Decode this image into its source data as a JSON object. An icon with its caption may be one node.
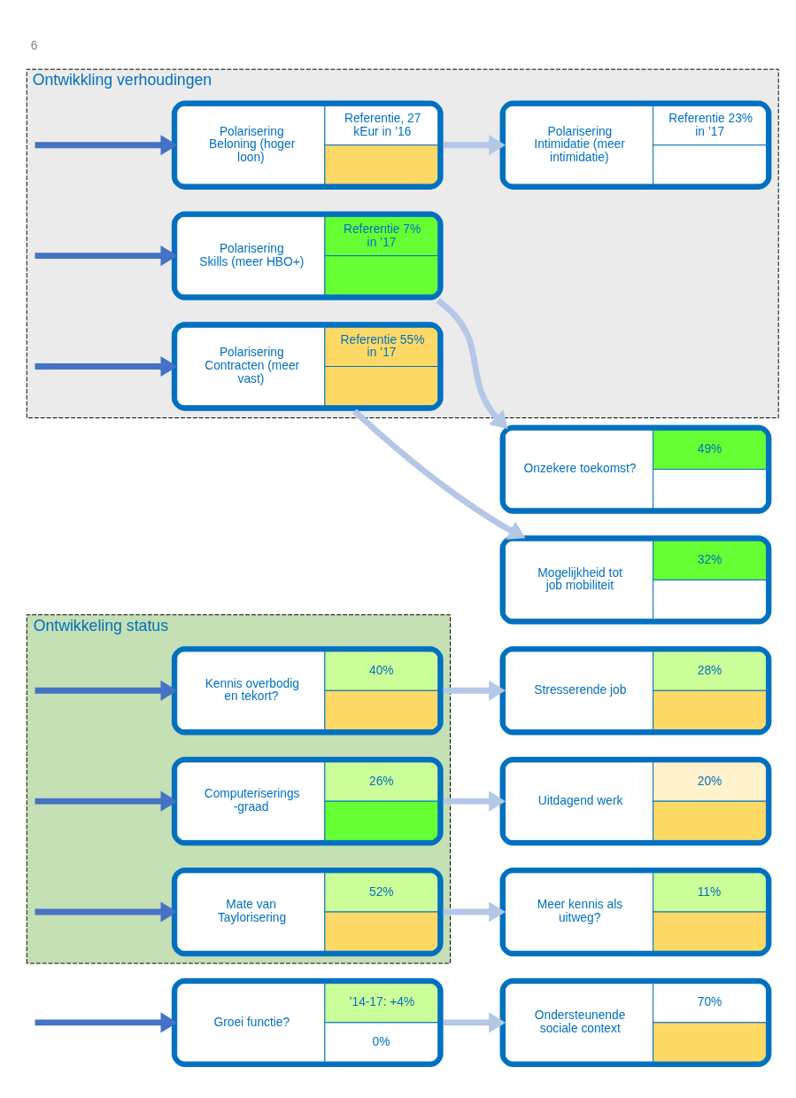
{
  "diagram": {
    "nodes": [
      {
        "text": [
          "Groei functie?",
          "’14-17: +4%",
          "0%"
        ]
      },
      {
        "text": [
          "Ondersteunende sociale context",
          "70%"
        ]
      },
      {
        "text": [
          "Ontwikkeling status"
        ]
      },
      {
        "text": [
          "Kennis overbodig en tekort?",
          "40%"
        ],
        "in": 2
      },
      {
        "text": [
          "Stresserende job",
          "28%"
        ]
      },
      {
        "text": [
          "Computeriserings -graad",
          "26%"
        ],
        "in": 2
      },
      {
        "text": [
          "Uitdagend werk",
          "20%"
        ]
      },
      {
        "text": [
          "Mate van Taylorisering",
          "52%"
        ],
        "in": 2
      },
      {
        "text": [
          "Meer kennis als uitweg?",
          "11%"
        ]
      },
      {
        "text": [
          "Ontwikkling verhoudingen"
        ]
      },
      {
        "text": [
          "Polarisering Skills (meer HBO+)",
          "Referentie 7% in ’17"
        ],
        "in": 9
      },
      {
        "text": [
          "Onzekere toekomst?",
          "49%"
        ]
      },
      {
        "text": [
          "Polarisering Contracten (meer vast)",
          "Referentie 55% in ’17"
        ],
        "in": 9
      },
      {
        "text": [
          "Mogelijkheid tot job mobiliteit",
          "32%"
        ]
      },
      {
        "text": [
          "Polarisering Beloning (hoger loon)",
          "Referentie, 27 kEur in ’16"
        ],
        "in": 9
      },
      {
        "text": [
          "Polarisering Intimidatie (meer intimidatie)",
          "Referentie 23% in ’17"
        ],
        "in": 9
      }
    ],
    "edges": [
      {
        "from": null,
        "to": 0,
        "arrow": "to",
        "color": "#4472c4"
      },
      {
        "from": null,
        "to": 3,
        "arrow": "to",
        "color": "#4472c4"
      },
      {
        "from": null,
        "to": 5,
        "arrow": "to",
        "color": "#4472c4"
      },
      {
        "from": null,
        "to": 7,
        "arrow": "to",
        "color": "#4472c4"
      },
      {
        "from": null,
        "to": 10,
        "arrow": "to",
        "color": "#4472c4"
      },
      {
        "from": null,
        "to": 12,
        "arrow": "to",
        "color": "#4472c4"
      },
      {
        "from": null,
        "to": 14,
        "arrow": "to",
        "color": "#4472c4"
      },
      {
        "from": 0,
        "to": 1,
        "arrow": "to",
        "color": "#b4c7e7"
      },
      {
        "from": 3,
        "to": 4,
        "arrow": "to",
        "color": "#b4c7e7"
      },
      {
        "from": 5,
        "to": 6,
        "arrow": "to",
        "color": "#b4c7e7"
      },
      {
        "from": 7,
        "to": 8,
        "arrow": "to",
        "color": "#b4c7e7"
      },
      {
        "from": 10,
        "to": 11,
        "arrow": "to",
        "color": "#b4c7e7"
      },
      {
        "from": 12,
        "to": 13,
        "arrow": "to",
        "color": "#b4c7e7"
      },
      {
        "from": 14,
        "to": 15,
        "arrow": "to",
        "color": "#b4c7e7"
      }
    ],
    "labels": [
      "6"
    ]
  }
}
